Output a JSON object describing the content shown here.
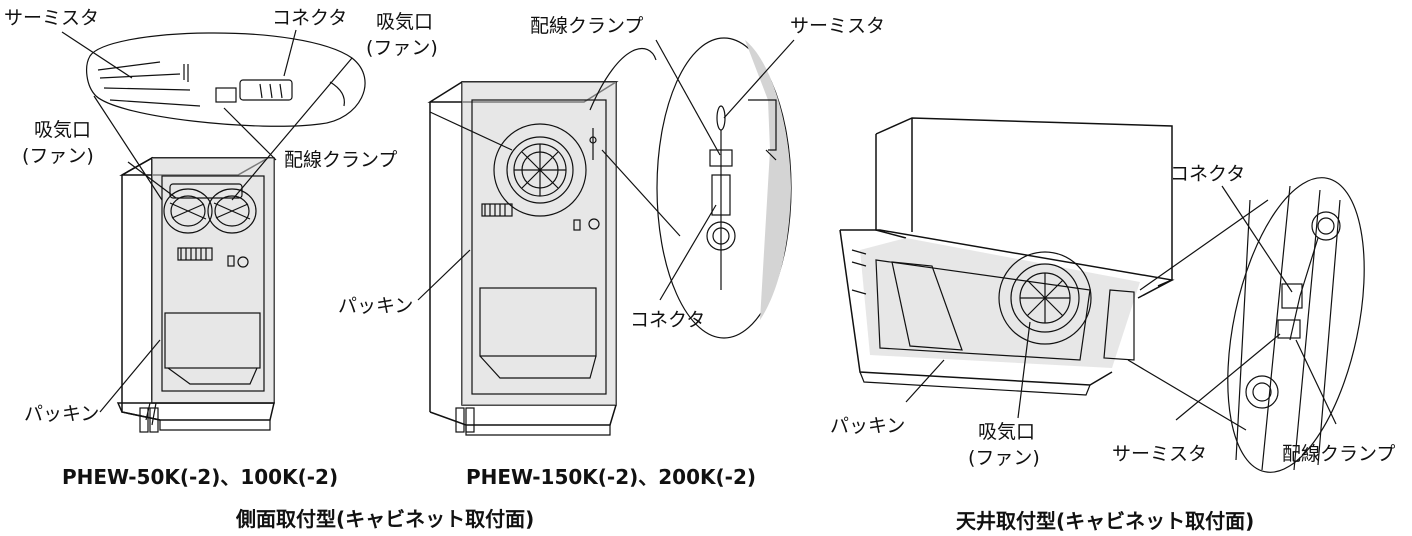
{
  "labels": {
    "d1_thermistor": "サーミスタ",
    "d1_connector": "コネクタ",
    "d1_intake_line1": "吸気口",
    "d1_intake_line2": "(ファン)",
    "d1_clamp": "配線クランプ",
    "d1_gasket": "パッキン",
    "d2_intake_line1": "吸気口",
    "d2_intake_line2": "(ファン)",
    "d2_clamp": "配線クランプ",
    "d2_thermistor": "サーミスタ",
    "d2_gasket": "パッキン",
    "d2_connector": "コネクタ",
    "d3_connector": "コネクタ",
    "d3_gasket": "パッキン",
    "d3_intake_line1": "吸気口",
    "d3_intake_line2": "(ファン)",
    "d3_thermistor": "サーミスタ",
    "d3_clamp": "配線クランプ"
  },
  "captions": {
    "model_small": "PHEW-50K(-2)、100K(-2)",
    "model_large": "PHEW-150K(-2)、200K(-2)",
    "side_mount": "側面取付型(キャビネット取付面)",
    "ceiling_mount": "天井取付型(キャビネット取付面)"
  }
}
